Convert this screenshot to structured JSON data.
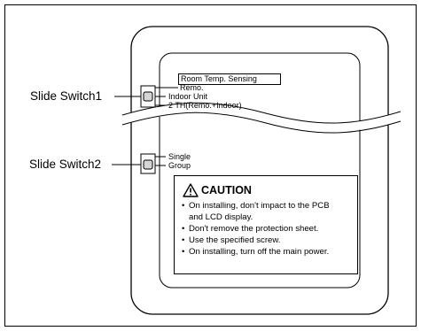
{
  "labels": {
    "switch1": "Slide Switch1",
    "switch2": "Slide Switch2"
  },
  "switch1": {
    "header": "Room Temp. Sensing",
    "options": [
      "Remo.",
      "Indoor Unit",
      "2 TH(Remo.+Indoor)"
    ]
  },
  "switch2": {
    "options": [
      "Single",
      "Group"
    ]
  },
  "caution": {
    "title": "CAUTION",
    "items": [
      "On installing, don't impact to the PCB",
      "and LCD display.",
      "Don't remove the protection sheet.",
      "Use the specified screw.",
      "On installing, turn off the main power."
    ],
    "bullets": [
      true,
      false,
      true,
      true,
      true
    ]
  },
  "icons": {
    "warning": "warning-triangle-icon"
  }
}
